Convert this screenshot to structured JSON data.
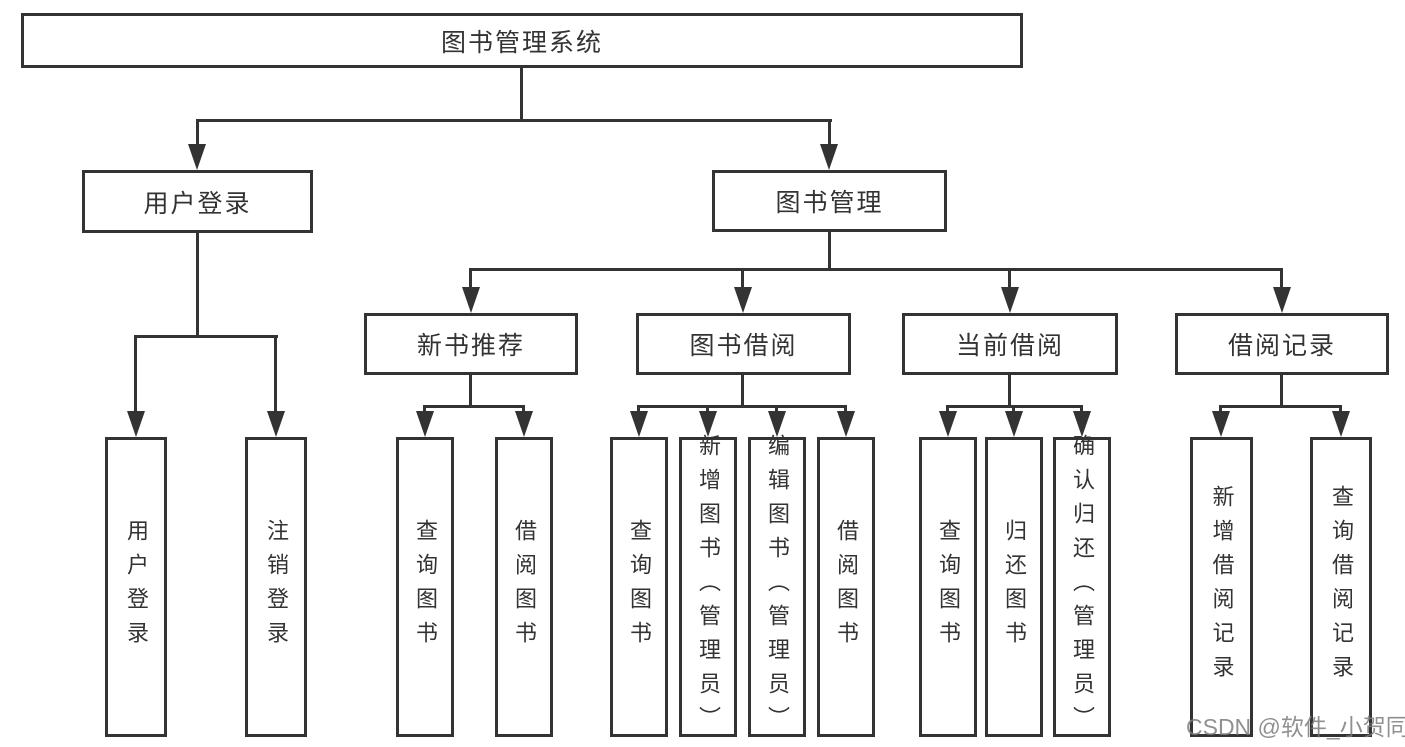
{
  "diagram": {
    "root": {
      "label": "图书管理系统"
    },
    "level2": {
      "user_login": {
        "label": "用户登录"
      },
      "book_management": {
        "label": "图书管理"
      }
    },
    "level3": {
      "new_book_recommend": {
        "label": "新书推荐"
      },
      "book_borrow": {
        "label": "图书借阅"
      },
      "current_borrow": {
        "label": "当前借阅"
      },
      "borrow_records": {
        "label": "借阅记录"
      }
    },
    "leaves": {
      "user_login": [
        "用户登录",
        "注销登录"
      ],
      "new_book_recommend": [
        "查询图书",
        "借阅图书"
      ],
      "book_borrow": [
        "查询图书",
        "新增图书（管理员）",
        "编辑图书（管理员）",
        "借阅图书"
      ],
      "current_borrow": [
        "查询图书",
        "归还图书",
        "确认归还（管理员）"
      ],
      "borrow_records": [
        "新增借阅记录",
        "查询借阅记录"
      ]
    }
  },
  "watermark": {
    "text": "CSDN @软件_小贺同学"
  },
  "colors": {
    "line": "#333333",
    "text": "#333333",
    "watermark": "#7d7d7d",
    "background": "#ffffff"
  }
}
